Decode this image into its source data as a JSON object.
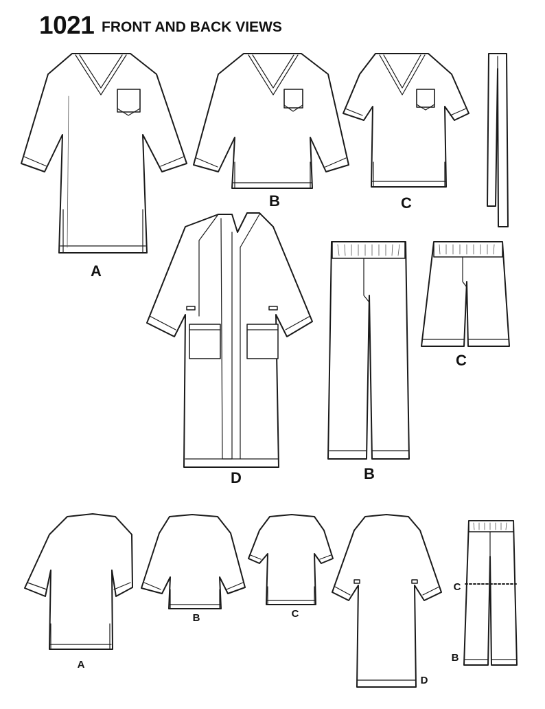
{
  "header": {
    "pattern_number": "1021",
    "title": "FRONT AND BACK VIEWS"
  },
  "front_views": {
    "A": "A",
    "B": "B",
    "C": "C",
    "D": "D",
    "pants_B": "B",
    "shorts_C": "C"
  },
  "back_views": {
    "A": "A",
    "B": "B",
    "C": "C",
    "D": "D",
    "pants_C": "C",
    "pants_B": "B"
  }
}
